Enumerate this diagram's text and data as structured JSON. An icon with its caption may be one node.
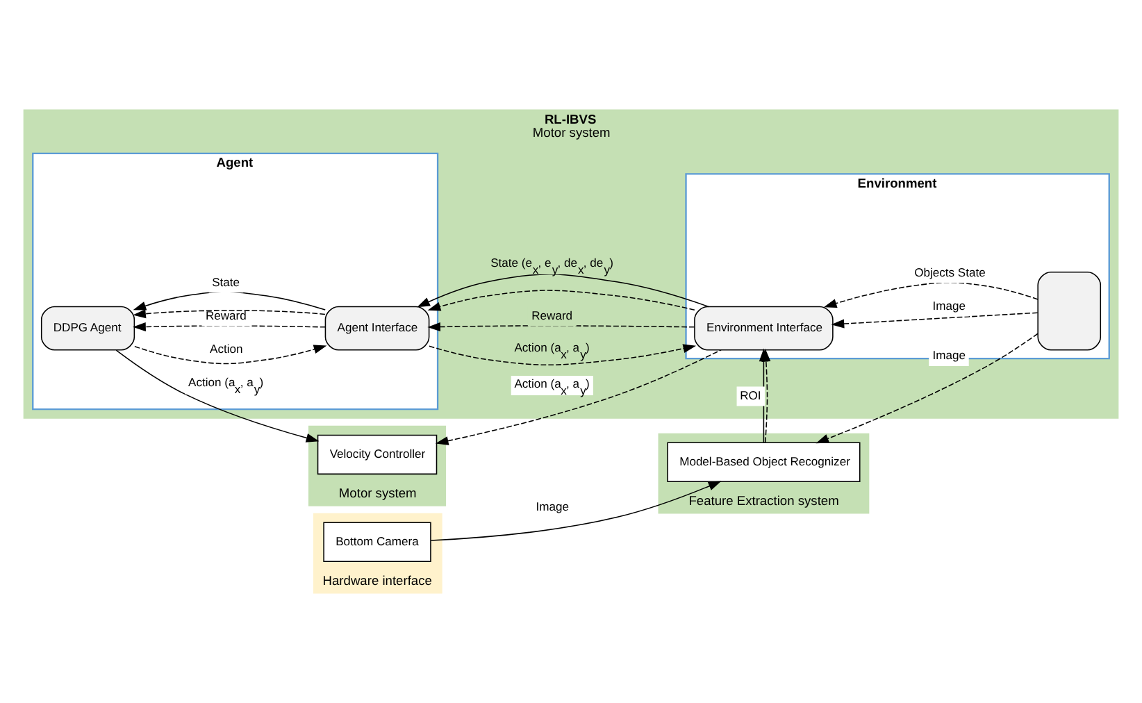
{
  "diagram": {
    "nodes": [
      {
        "text": [
          "RL-IBVS",
          "Motor system"
        ]
      },
      {
        "text": [
          "Agent"
        ],
        "in": 0
      },
      {
        "text": [
          "DDPG Agent"
        ],
        "in": 1
      },
      {
        "text": [
          "Agent Interface"
        ],
        "in": 1
      },
      {
        "text": [
          "Environment"
        ],
        "in": 0
      },
      {
        "text": [
          "Environment Interface"
        ],
        "in": 4
      },
      {
        "text": [],
        "shape": "box",
        "in": 4
      },
      {
        "text": [
          "Motor system"
        ]
      },
      {
        "text": [
          "Velocity Controller"
        ],
        "in": 7
      },
      {
        "text": [
          "Hardware interface"
        ]
      },
      {
        "text": [
          "Bottom Camera"
        ],
        "in": 9
      },
      {
        "text": [
          "Feature Extraction system"
        ]
      },
      {
        "text": [
          "Model-Based Object Recognizer"
        ],
        "in": 11
      }
    ],
    "edges": [
      {
        "from": 2,
        "to": 3,
        "arrow": "to",
        "label": "Action",
        "style": "dashed"
      },
      {
        "from": 3,
        "to": 2,
        "arrow": "to",
        "label": "Reward",
        "style": "dashed"
      },
      {
        "from": 3,
        "to": 2,
        "arrow": "to",
        "style": "dashed"
      },
      {
        "from": 3,
        "to": 2,
        "arrow": "to",
        "label": "State"
      },
      {
        "from": 3,
        "to": 5,
        "arrow": "to",
        "label": "Action (a$_{x}$, a$_{y}$)",
        "style": "dashed"
      },
      {
        "from": 5,
        "to": 3,
        "arrow": "to",
        "label": "Reward",
        "style": "dashed"
      },
      {
        "from": 5,
        "to": 3,
        "arrow": "to",
        "style": "dashed"
      },
      {
        "from": 5,
        "to": 3,
        "arrow": "to",
        "label": "State (e$_{x}$, e$_{y}$, de$_{x}$, de$_{y}$)"
      },
      {
        "from": 6,
        "to": 5,
        "arrow": "to",
        "label": "Image",
        "style": "dashed"
      },
      {
        "from": 6,
        "to": 5,
        "arrow": "to",
        "label": "Objects State",
        "style": "dashed"
      },
      {
        "from": 2,
        "to": 8,
        "arrow": "to",
        "label": "Action (a$_{x}$, a$_{y}$)"
      },
      {
        "from": 5,
        "to": 8,
        "arrow": "to",
        "label": "Action (a$_{x}$, a$_{y}$)",
        "style": "dashed"
      },
      {
        "from": 12,
        "to": 5,
        "arrow": "to",
        "style": "dashed"
      },
      {
        "from": 12,
        "to": 5,
        "arrow": "to",
        "label": "ROI"
      },
      {
        "from": 10,
        "to": 12,
        "arrow": "to",
        "label": "Image"
      },
      {
        "from": 6,
        "to": 12,
        "arrow": "to",
        "label": "Image",
        "style": "dashed"
      }
    ]
  }
}
